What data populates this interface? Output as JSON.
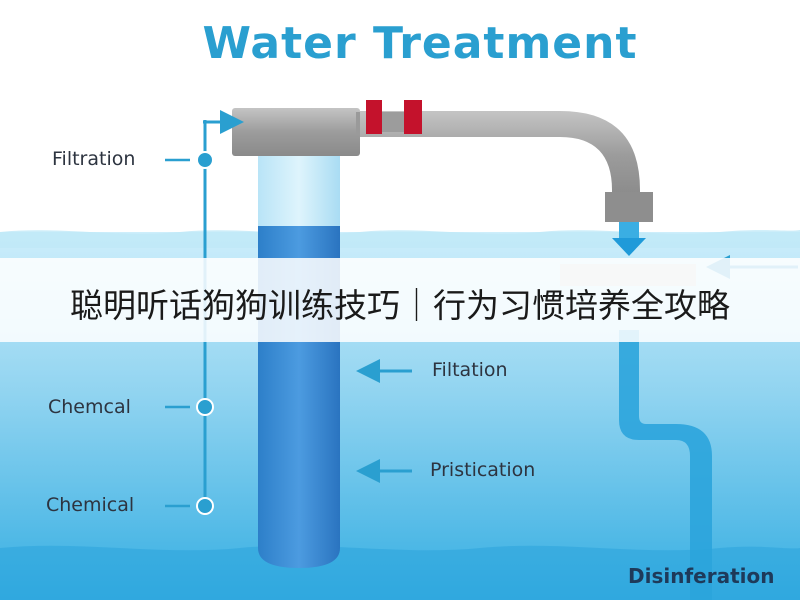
{
  "diagram": {
    "title": "Water Treatment",
    "left_labels": [
      "Filtration",
      "Chemcal",
      "Chemical"
    ],
    "right_labels": [
      "Filtation",
      "Pristication"
    ],
    "bottom_label": "Disinferation"
  },
  "banner": {
    "text": "聪明听话狗狗训练技巧｜行为习惯培养全攻略"
  },
  "colors": {
    "title": "#2a9fd0",
    "arrow": "#2a9fd0",
    "pipe": "#a6a6a6",
    "valve": "#c4122c",
    "water_light": "#a7dcf3",
    "water_dark": "#3a8fd6"
  }
}
